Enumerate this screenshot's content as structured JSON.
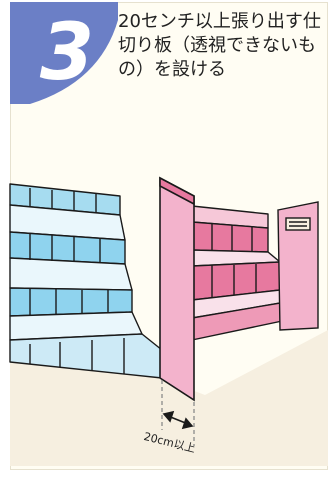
{
  "step": {
    "number": "3",
    "text": "20センチ以上張り出す仕切り板（透視できないもの）を設ける"
  },
  "illustration": {
    "dimension_label": "20cm以上"
  },
  "colors": {
    "badge": "#6b7fc6",
    "blue_shelf": "#8fd3ee",
    "pink_shelf": "#e7799f",
    "partition": "#f3b3cc",
    "floor": "#f6efe0",
    "outline": "#1a1a1a"
  }
}
